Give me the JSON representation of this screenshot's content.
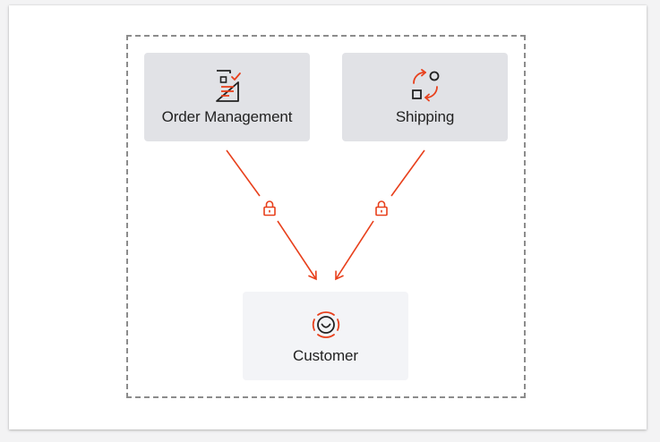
{
  "nodes": {
    "order_management": {
      "label": "Order Management",
      "icon": "order-document-icon"
    },
    "shipping": {
      "label": "Shipping",
      "icon": "sync-arrows-icon"
    },
    "customer": {
      "label": "Customer",
      "icon": "customer-face-icon"
    }
  },
  "edges": [
    {
      "from": "order_management",
      "to": "customer",
      "icon": "lock-icon"
    },
    {
      "from": "shipping",
      "to": "customer",
      "icon": "lock-icon"
    }
  ],
  "colors": {
    "accent": "#e8401c",
    "node_gray": "#e1e2e6",
    "node_light": "#f3f4f7",
    "boundary": "#8c8c8c",
    "text": "#222222"
  }
}
